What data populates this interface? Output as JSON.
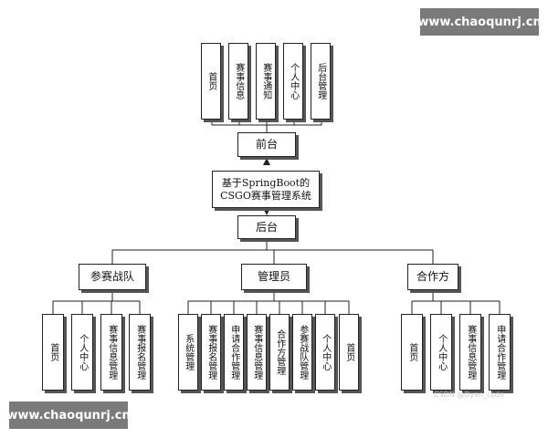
{
  "watermarks": {
    "top_right": "www.chaoqunrj.cn",
    "bottom_left": "www.chaoqunrj.cn",
    "csdn": "CSDN @Dyan_csdn"
  },
  "root": {
    "line1": "基于SpringBoot的",
    "line2": "CSGO赛事管理系统"
  },
  "frontend": {
    "label": "前台",
    "items": [
      "首页",
      "赛事信息",
      "赛事通知",
      "个人中心",
      "后台管理"
    ]
  },
  "backend": {
    "label": "后台"
  },
  "roles": [
    {
      "label": "参赛战队",
      "items": [
        "首页",
        "个人中心",
        "赛事信息管理",
        "赛事报名管理"
      ]
    },
    {
      "label": "管理员",
      "items": [
        "系统管理",
        "赛事报名管理",
        "申请合作管理",
        "赛事信息管理",
        "合作方管理",
        "参赛战队管理",
        "个人中心",
        "首页"
      ]
    },
    {
      "label": "合作方",
      "items": [
        "首页",
        "个人中心",
        "赛事信息管理",
        "申请合作管理"
      ]
    }
  ]
}
